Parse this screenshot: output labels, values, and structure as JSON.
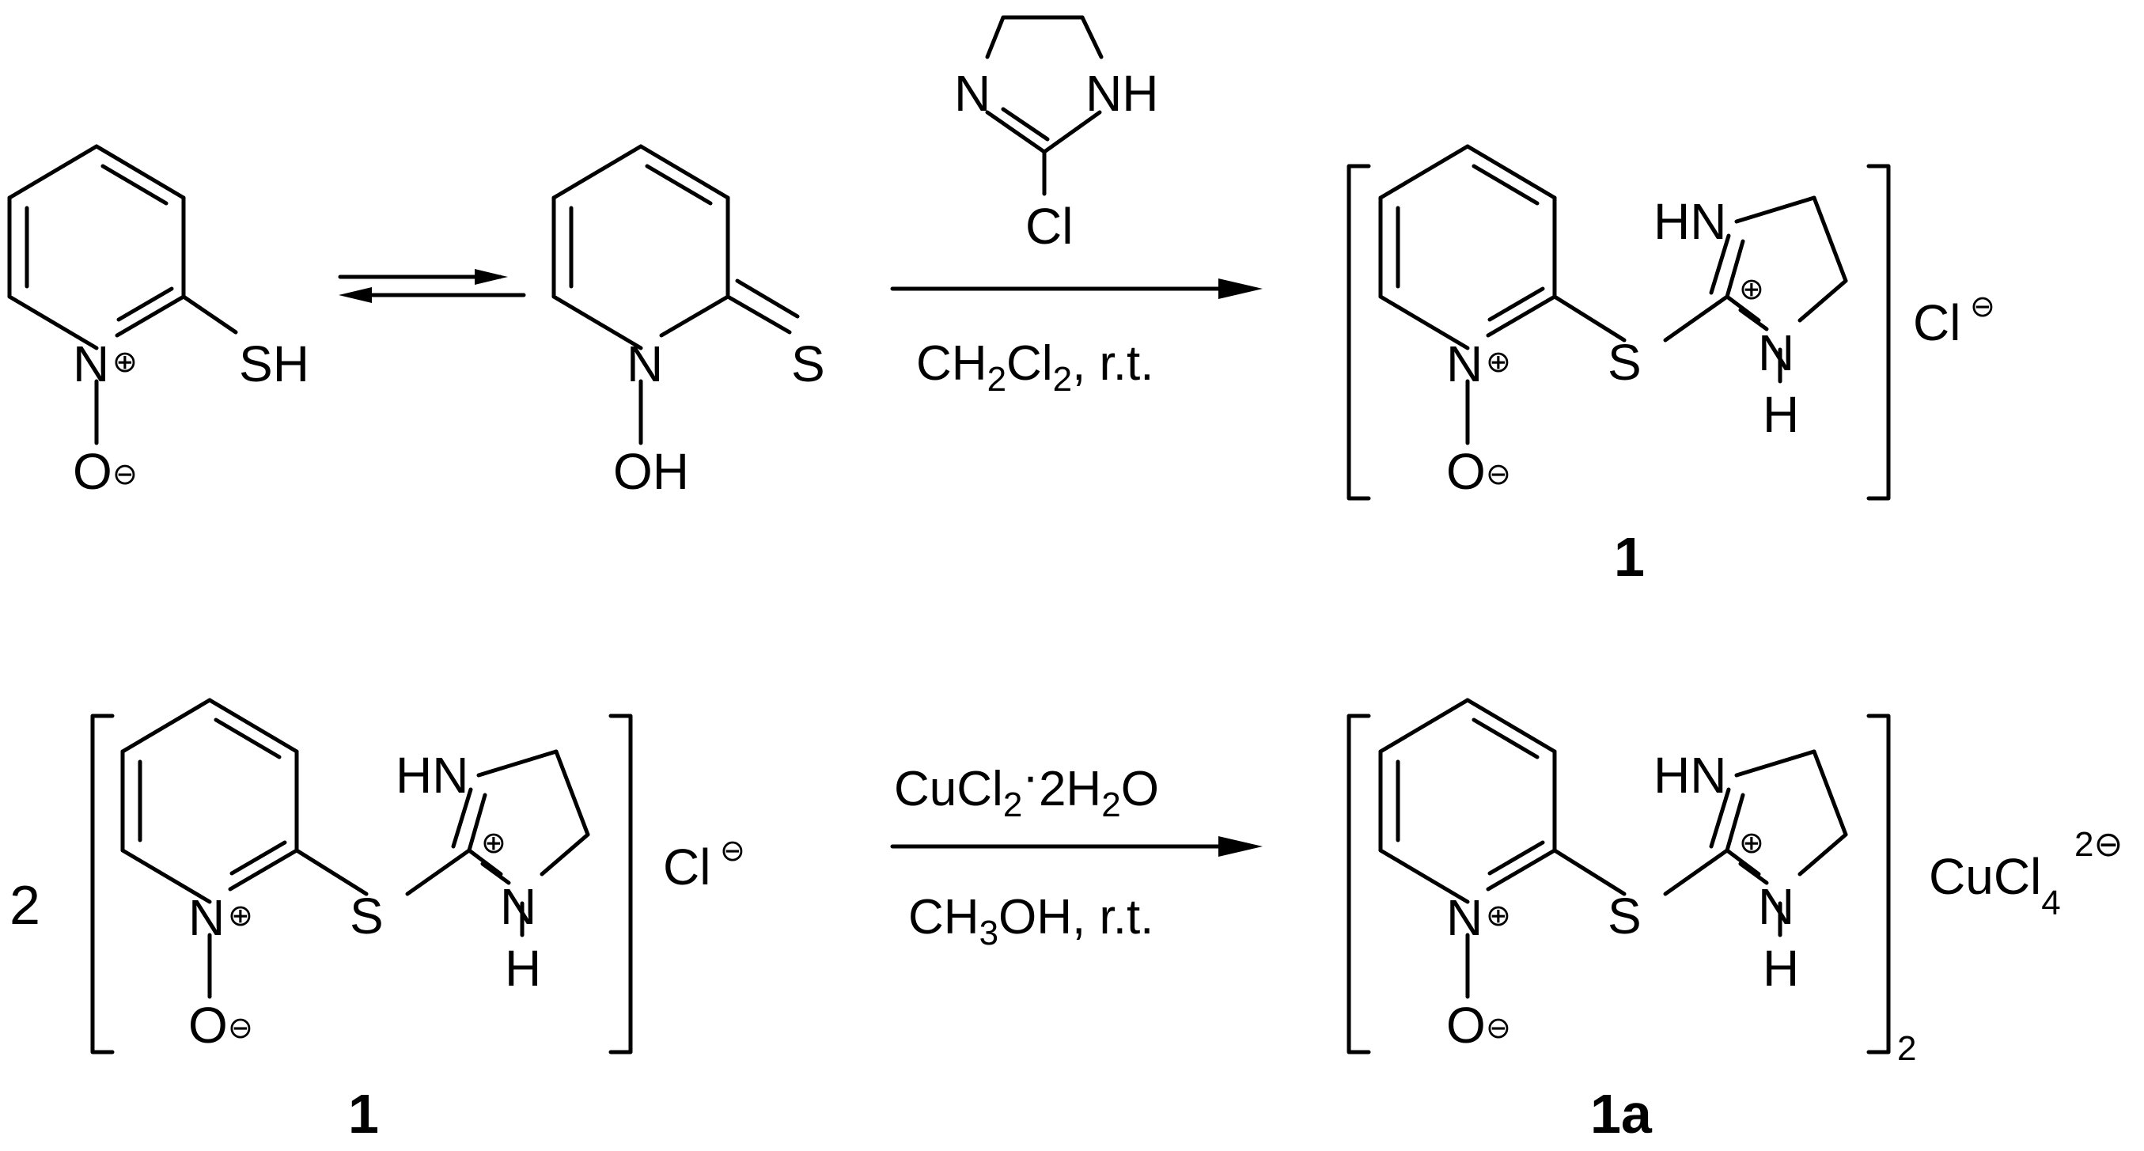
{
  "atoms": {
    "n": "N",
    "nh": "NH",
    "hn": "HN",
    "h": "H",
    "o": "O",
    "oh": "OH",
    "s": "S",
    "sh": "SH",
    "cl": "Cl",
    "cu": "CuCl",
    "plus": "⊕",
    "minus": "⊖"
  },
  "reaction1": {
    "solvent_prefix": "CH",
    "solvent_sub1": "2",
    "solvent_mid": "Cl",
    "solvent_sub2": "2",
    "solvent_suffix": ", r.t."
  },
  "reaction2": {
    "reagent_prefix": "CuCl",
    "reagent_sub1": "2",
    "reagent_dot": "·",
    "reagent_mid": "2H",
    "reagent_sub2": "2",
    "reagent_suffix": "O",
    "solvent_prefix": "CH",
    "solvent_sub": "3",
    "solvent_suffix": "OH, r.t."
  },
  "labels": {
    "product1": "1",
    "reactant2": "1",
    "product2": "1a",
    "coefficient": "2",
    "bracket_subscript": "2",
    "cucl4_sub": "4",
    "cucl4_charge": "2⊖"
  }
}
